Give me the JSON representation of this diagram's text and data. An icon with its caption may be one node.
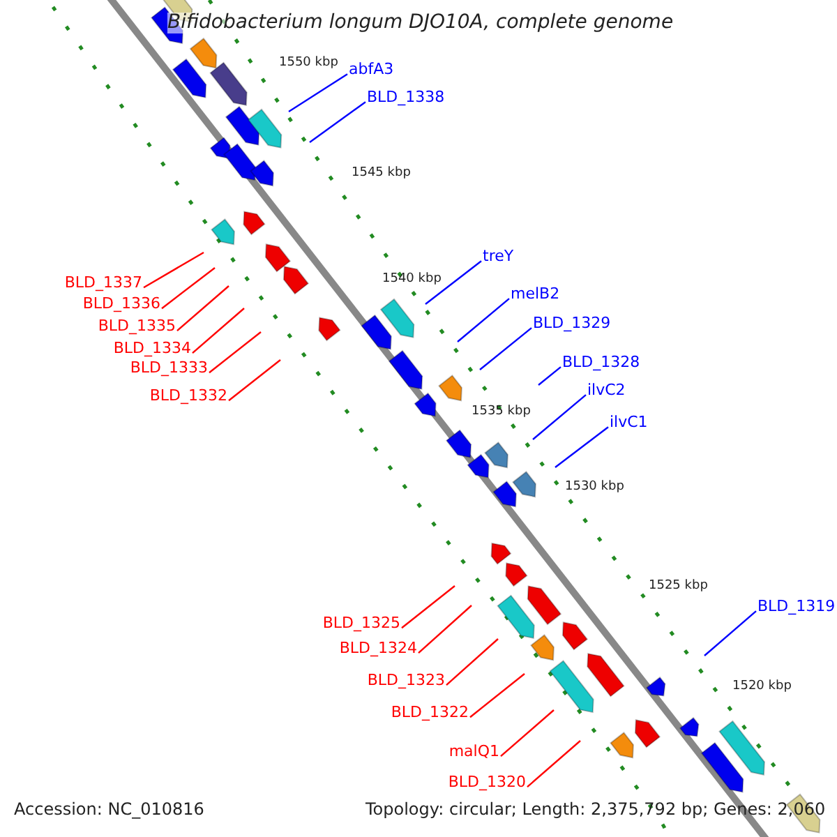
{
  "diagram": {
    "title": "Bifidobacterium longum DJO10A, complete genome",
    "nodes": [
      {
        "text": [
          "abfA3"
        ]
      },
      {
        "text": [
          "BLD_1338"
        ]
      },
      {
        "text": [
          "treY"
        ]
      },
      {
        "text": [
          "melB2"
        ]
      },
      {
        "text": [
          "BLD_1329"
        ]
      },
      {
        "text": [
          "BLD_1328"
        ]
      },
      {
        "text": [
          "ilvC2"
        ]
      },
      {
        "text": [
          "ilvC1"
        ]
      },
      {
        "text": [
          "BLD_1319"
        ]
      },
      {
        "text": [
          "BLD_1337"
        ]
      },
      {
        "text": [
          "BLD_1336"
        ]
      },
      {
        "text": [
          "BLD_1335"
        ]
      },
      {
        "text": [
          "BLD_1334"
        ]
      },
      {
        "text": [
          "BLD_1333"
        ]
      },
      {
        "text": [
          "BLD_1332"
        ]
      },
      {
        "text": [
          "BLD_1325"
        ]
      },
      {
        "text": [
          "BLD_1324"
        ]
      },
      {
        "text": [
          "BLD_1323"
        ]
      },
      {
        "text": [
          "BLD_1322"
        ]
      },
      {
        "text": [
          "malQ1"
        ]
      },
      {
        "text": [
          "BLD_1320"
        ]
      }
    ],
    "edges": [
      {
        "from": 0,
        "to": null,
        "arrow": "none",
        "color": "#0000ff"
      },
      {
        "from": 1,
        "to": null,
        "arrow": "none",
        "color": "#0000ff"
      },
      {
        "from": 2,
        "to": null,
        "arrow": "none",
        "color": "#0000ff"
      },
      {
        "from": 3,
        "to": null,
        "arrow": "none",
        "color": "#0000ff"
      },
      {
        "from": 4,
        "to": null,
        "arrow": "none",
        "color": "#0000ff"
      },
      {
        "from": 5,
        "to": null,
        "arrow": "none",
        "color": "#0000ff"
      },
      {
        "from": 6,
        "to": null,
        "arrow": "none",
        "color": "#0000ff"
      },
      {
        "from": 7,
        "to": null,
        "arrow": "none",
        "color": "#0000ff"
      },
      {
        "from": 8,
        "to": null,
        "arrow": "none",
        "color": "#0000ff"
      },
      {
        "from": 9,
        "to": null,
        "arrow": "none"
      },
      {
        "from": 10,
        "to": null,
        "arrow": "none"
      },
      {
        "from": 11,
        "to": null,
        "arrow": "none"
      },
      {
        "from": 12,
        "to": null,
        "arrow": "none"
      },
      {
        "from": 13,
        "to": null,
        "arrow": "none"
      },
      {
        "from": 14,
        "to": null,
        "arrow": "none"
      },
      {
        "from": 15,
        "to": null,
        "arrow": "none"
      },
      {
        "from": 16,
        "to": null,
        "arrow": "none"
      },
      {
        "from": 17,
        "to": null,
        "arrow": "none"
      },
      {
        "from": 18,
        "to": null,
        "arrow": "none"
      },
      {
        "from": 19,
        "to": null,
        "arrow": "none"
      },
      {
        "from": 20,
        "to": null,
        "arrow": "none"
      }
    ],
    "labels": [
      "1550 kbp",
      "1545 kbp",
      "1540 kbp",
      "1535 kbp",
      "1530 kbp",
      "1525 kbp",
      "1520 kbp",
      "Accession: NC_010816",
      "Topology: circular; Length: 2,375,792 bp; Genes: 2,060"
    ]
  }
}
